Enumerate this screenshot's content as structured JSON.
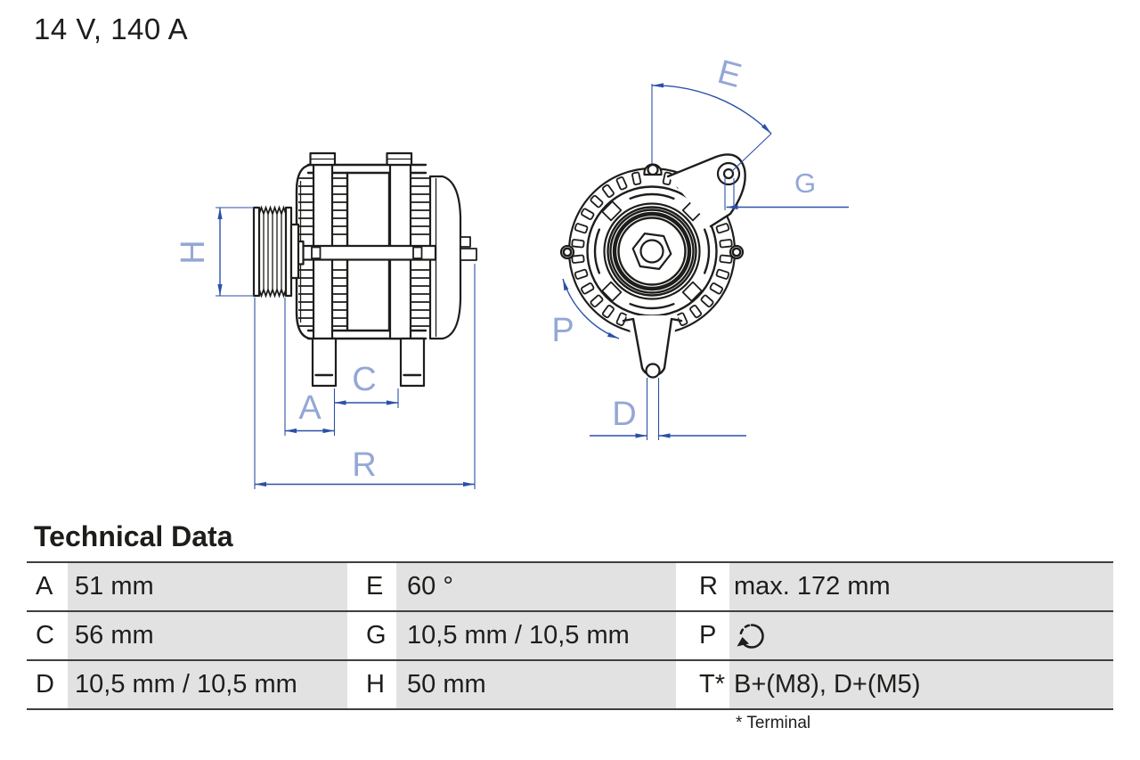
{
  "header": {
    "title": "14 V, 140 A"
  },
  "diagram": {
    "side_view": {
      "labels": {
        "H": "H",
        "A": "A",
        "C": "C",
        "R": "R"
      }
    },
    "front_view": {
      "labels": {
        "E": "E",
        "G": "G",
        "P": "P",
        "D": "D"
      }
    },
    "colors": {
      "line": "#1d1d1b",
      "dimension": "#2b51a7",
      "dimension_label": "#94a7d6"
    }
  },
  "technical_data": {
    "heading": "Technical Data",
    "rows": [
      [
        {
          "label": "A",
          "value": "51 mm"
        },
        {
          "label": "E",
          "value": "60 °"
        },
        {
          "label": "R",
          "value": "max. 172 mm"
        }
      ],
      [
        {
          "label": "C",
          "value": "56 mm"
        },
        {
          "label": "G",
          "value": "10,5 mm / 10,5 mm"
        },
        {
          "label": "P",
          "value": "",
          "icon": "rotation-direction"
        }
      ],
      [
        {
          "label": "D",
          "value": "10,5 mm / 10,5 mm"
        },
        {
          "label": "H",
          "value": "50 mm"
        },
        {
          "label": "T*",
          "value": "B+(M8), D+(M5)"
        }
      ]
    ],
    "footnote": "* Terminal",
    "colors": {
      "value_bg": "#e2e2e2",
      "rule": "#3f3f3f",
      "text": "#1d1d1b"
    }
  }
}
